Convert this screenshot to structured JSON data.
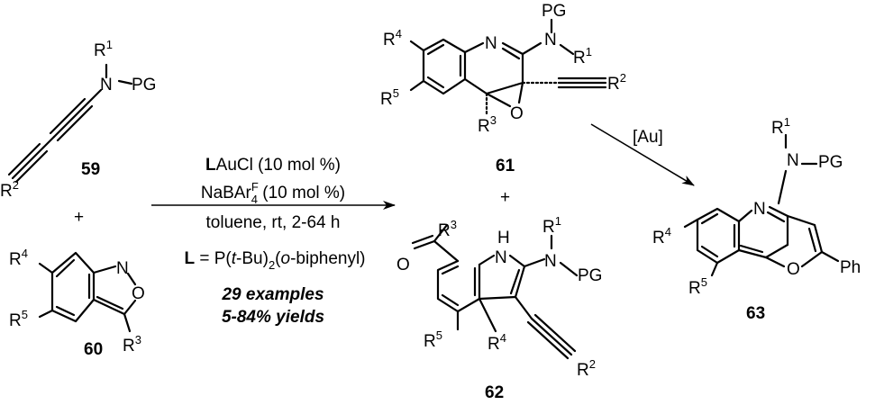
{
  "compounds": {
    "c59": {
      "number": "59",
      "r1": "R",
      "r1_sup": "1",
      "n": "N",
      "pg": "PG",
      "r2": "R",
      "r2_sup": "2"
    },
    "c60": {
      "number": "60",
      "r4": "R",
      "r4_sup": "4",
      "r5": "R",
      "r5_sup": "5",
      "n": "N",
      "o": "O",
      "r3": "R",
      "r3_sup": "3"
    },
    "c61": {
      "number": "61",
      "r4": "R",
      "r4_sup": "4",
      "r5": "R",
      "r5_sup": "5",
      "n_ring": "N",
      "pg": "PG",
      "n": "N",
      "r1": "R",
      "r1_sup": "1",
      "r2": "R",
      "r2_sup": "2",
      "r3": "R",
      "r3_sup": "3",
      "o": "O"
    },
    "c62": {
      "number": "62",
      "r3": "R",
      "r3_sup": "3",
      "o": "O",
      "nh_h": "H",
      "nh_n": "N",
      "r1": "R",
      "r1_sup": "1",
      "n": "N",
      "pg": "PG",
      "r5": "R",
      "r5_sup": "5",
      "r4": "R",
      "r4_sup": "4",
      "r2": "R",
      "r2_sup": "2"
    },
    "c63": {
      "number": "63",
      "r1": "R",
      "r1_sup": "1",
      "n": "N",
      "pg": "PG",
      "n_ring": "N",
      "r4": "R",
      "r4_sup": "4",
      "r5": "R",
      "r5_sup": "5",
      "o": "O",
      "ph": "Ph"
    }
  },
  "plus_signs": [
    "+",
    "+"
  ],
  "conditions": {
    "line1_bold": "L",
    "line1_rest": "AuCl (10 mol %)",
    "line2_main": "NaBAr",
    "line2_sup": "F",
    "line2_sub": "4",
    "line2_rest": " (10 mol %)",
    "line3": "toluene, rt, 2-64 h",
    "ligand_bold": "L",
    "ligand_a": " = P(",
    "ligand_t": "t",
    "ligand_b": "-Bu)",
    "ligand_sub": "2",
    "ligand_c": "(",
    "ligand_o": "o",
    "ligand_d": "-biphenyl)",
    "examples": "29 examples",
    "yields": "5-84% yields"
  },
  "au_arrow_label": "[Au]"
}
